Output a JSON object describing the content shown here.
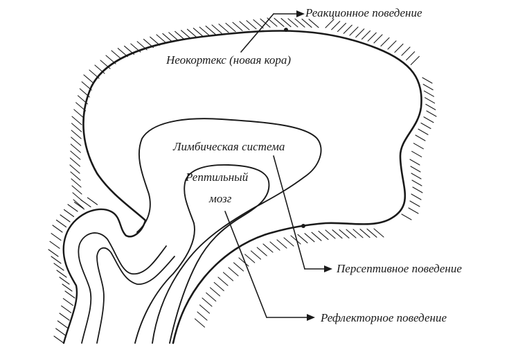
{
  "diagram": {
    "regions": {
      "neocortex": "Неокортекс (новая кора)",
      "limbic": "Лимбическая система",
      "reptilian_line1": "Рептильный",
      "reptilian_line2": "мозг"
    },
    "behaviors": {
      "reactive": "Реакционное поведение",
      "perceptive": "Персептивное поведение",
      "reflex": "Рефлекторное поведение"
    },
    "colors": {
      "ink": "#1a1a1a",
      "background": "#ffffff"
    }
  }
}
